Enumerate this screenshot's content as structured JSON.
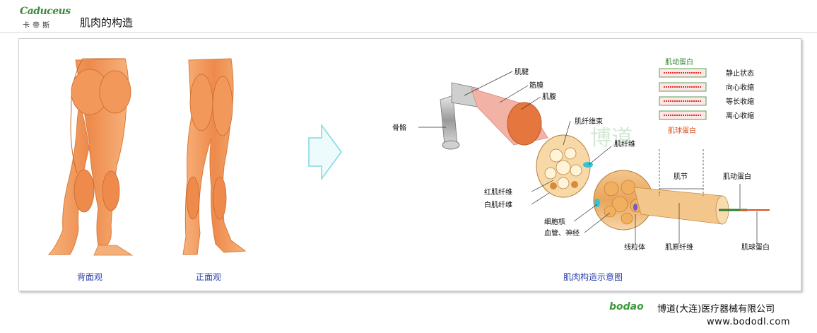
{
  "header": {
    "logo_latin": "Caduceus",
    "logo_cn": "卡帝斯",
    "title": "肌肉的构造"
  },
  "left_panel": {
    "back_view_caption": "背面观",
    "front_view_caption": "正面观"
  },
  "diagram": {
    "caption": "肌肉构造示意图",
    "labels": {
      "tendon": "肌腱",
      "fascia": "筋膜",
      "belly": "肌腹",
      "bone": "骨骼",
      "fiber_bundle": "肌纤维束",
      "fiber": "肌纤维",
      "red_fiber": "红肌纤维",
      "white_fiber": "白肌纤维",
      "nucleus": "细胞核",
      "vessels_nerve": "血管、神经",
      "mitochondria": "线粒体",
      "myofibril": "肌原纤维",
      "sarcomere": "肌节",
      "actin": "肌动蛋白",
      "myosin": "肌球蛋白"
    },
    "legend": {
      "actin_title": "肌动蛋白",
      "myosin_title": "肌球蛋白",
      "states": [
        "静止状态",
        "向心收缩",
        "等长收缩",
        "离心收缩"
      ]
    },
    "watermark": "博道"
  },
  "footer": {
    "brand": "bodao",
    "company": "博道(大连)医疗器械有限公司",
    "url": "www.bododl.com"
  },
  "colors": {
    "accent_blue": "#2a3fa8",
    "brand_green": "#3b9a3b",
    "muscle_orange": "#f0a060",
    "arrow_cyan": "#7fd8e0"
  }
}
